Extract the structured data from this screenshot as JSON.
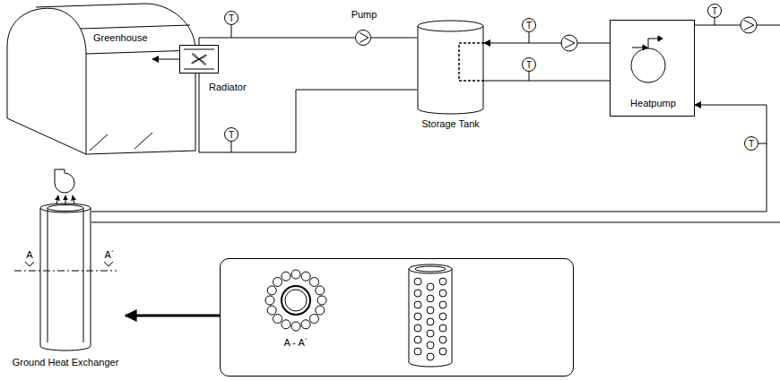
{
  "diagram": {
    "nodes": [
      {
        "text": [
          "Greenhouse"
        ]
      },
      {
        "text": [
          "Radiator"
        ]
      },
      {
        "text": [
          "Pump"
        ]
      },
      {
        "text": [
          "Storage Tank"
        ]
      },
      {
        "text": [
          "Heatpump"
        ]
      },
      {
        "text": [
          "Ground Heat Exchanger"
        ]
      },
      {
        "text": [
          "A - A´"
        ]
      },
      {
        "text": [
          "T"
        ]
      },
      {
        "text": [
          "T"
        ]
      },
      {
        "text": [
          "T"
        ]
      },
      {
        "text": [
          "T"
        ]
      },
      {
        "text": [
          "T"
        ]
      },
      {
        "text": [
          "T"
        ]
      }
    ],
    "edges": [
      {
        "from": 1,
        "to": 0,
        "arrow": "to"
      },
      {
        "from": 1,
        "to": 2,
        "arrow": "none"
      },
      {
        "from": 2,
        "to": 3,
        "arrow": "none"
      },
      {
        "from": 3,
        "to": 1,
        "arrow": "none"
      },
      {
        "from": 4,
        "to": 3,
        "arrow": "to"
      },
      {
        "from": 3,
        "to": 4,
        "arrow": "none"
      },
      {
        "from": 5,
        "to": 4,
        "arrow": "to"
      },
      {
        "from": 6,
        "to": 5,
        "arrow": "to"
      }
    ],
    "labels": [
      "A",
      "A´"
    ]
  }
}
